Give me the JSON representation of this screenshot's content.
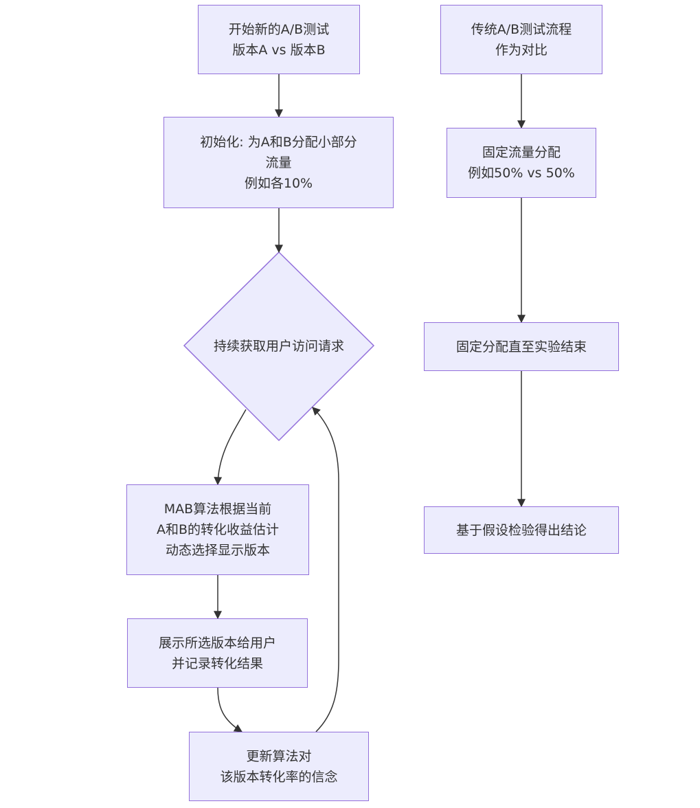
{
  "colors": {
    "node_fill": "#ececfd",
    "node_border": "#9370db",
    "text": "#333333",
    "edge": "#333333"
  },
  "nodes": {
    "start": [
      "开始新的A/B测试",
      "版本A vs 版本B"
    ],
    "init": [
      "初始化: 为A和B分配小部分",
      "流量",
      "例如各10%"
    ],
    "decision": [
      "持续获取用户访问请求"
    ],
    "mab": [
      "MAB算法根据当前",
      "A和B的转化收益估计",
      "动态选择显示版本"
    ],
    "show": [
      "展示所选版本给用户",
      "并记录转化结果"
    ],
    "update": [
      "更新算法对",
      "该版本转化率的信念"
    ],
    "trad": [
      "传统A/B测试流程",
      "作为对比"
    ],
    "fixed": [
      "固定流量分配",
      "例如50% vs 50%"
    ],
    "until": [
      "固定分配直至实验结束"
    ],
    "conclude": [
      "基于假设检验得出结论"
    ]
  },
  "edges": [
    [
      "start",
      "init"
    ],
    [
      "init",
      "decision"
    ],
    [
      "decision",
      "mab"
    ],
    [
      "mab",
      "show"
    ],
    [
      "show",
      "update"
    ],
    [
      "update",
      "decision"
    ],
    [
      "trad",
      "fixed"
    ],
    [
      "fixed",
      "until"
    ],
    [
      "until",
      "conclude"
    ]
  ]
}
